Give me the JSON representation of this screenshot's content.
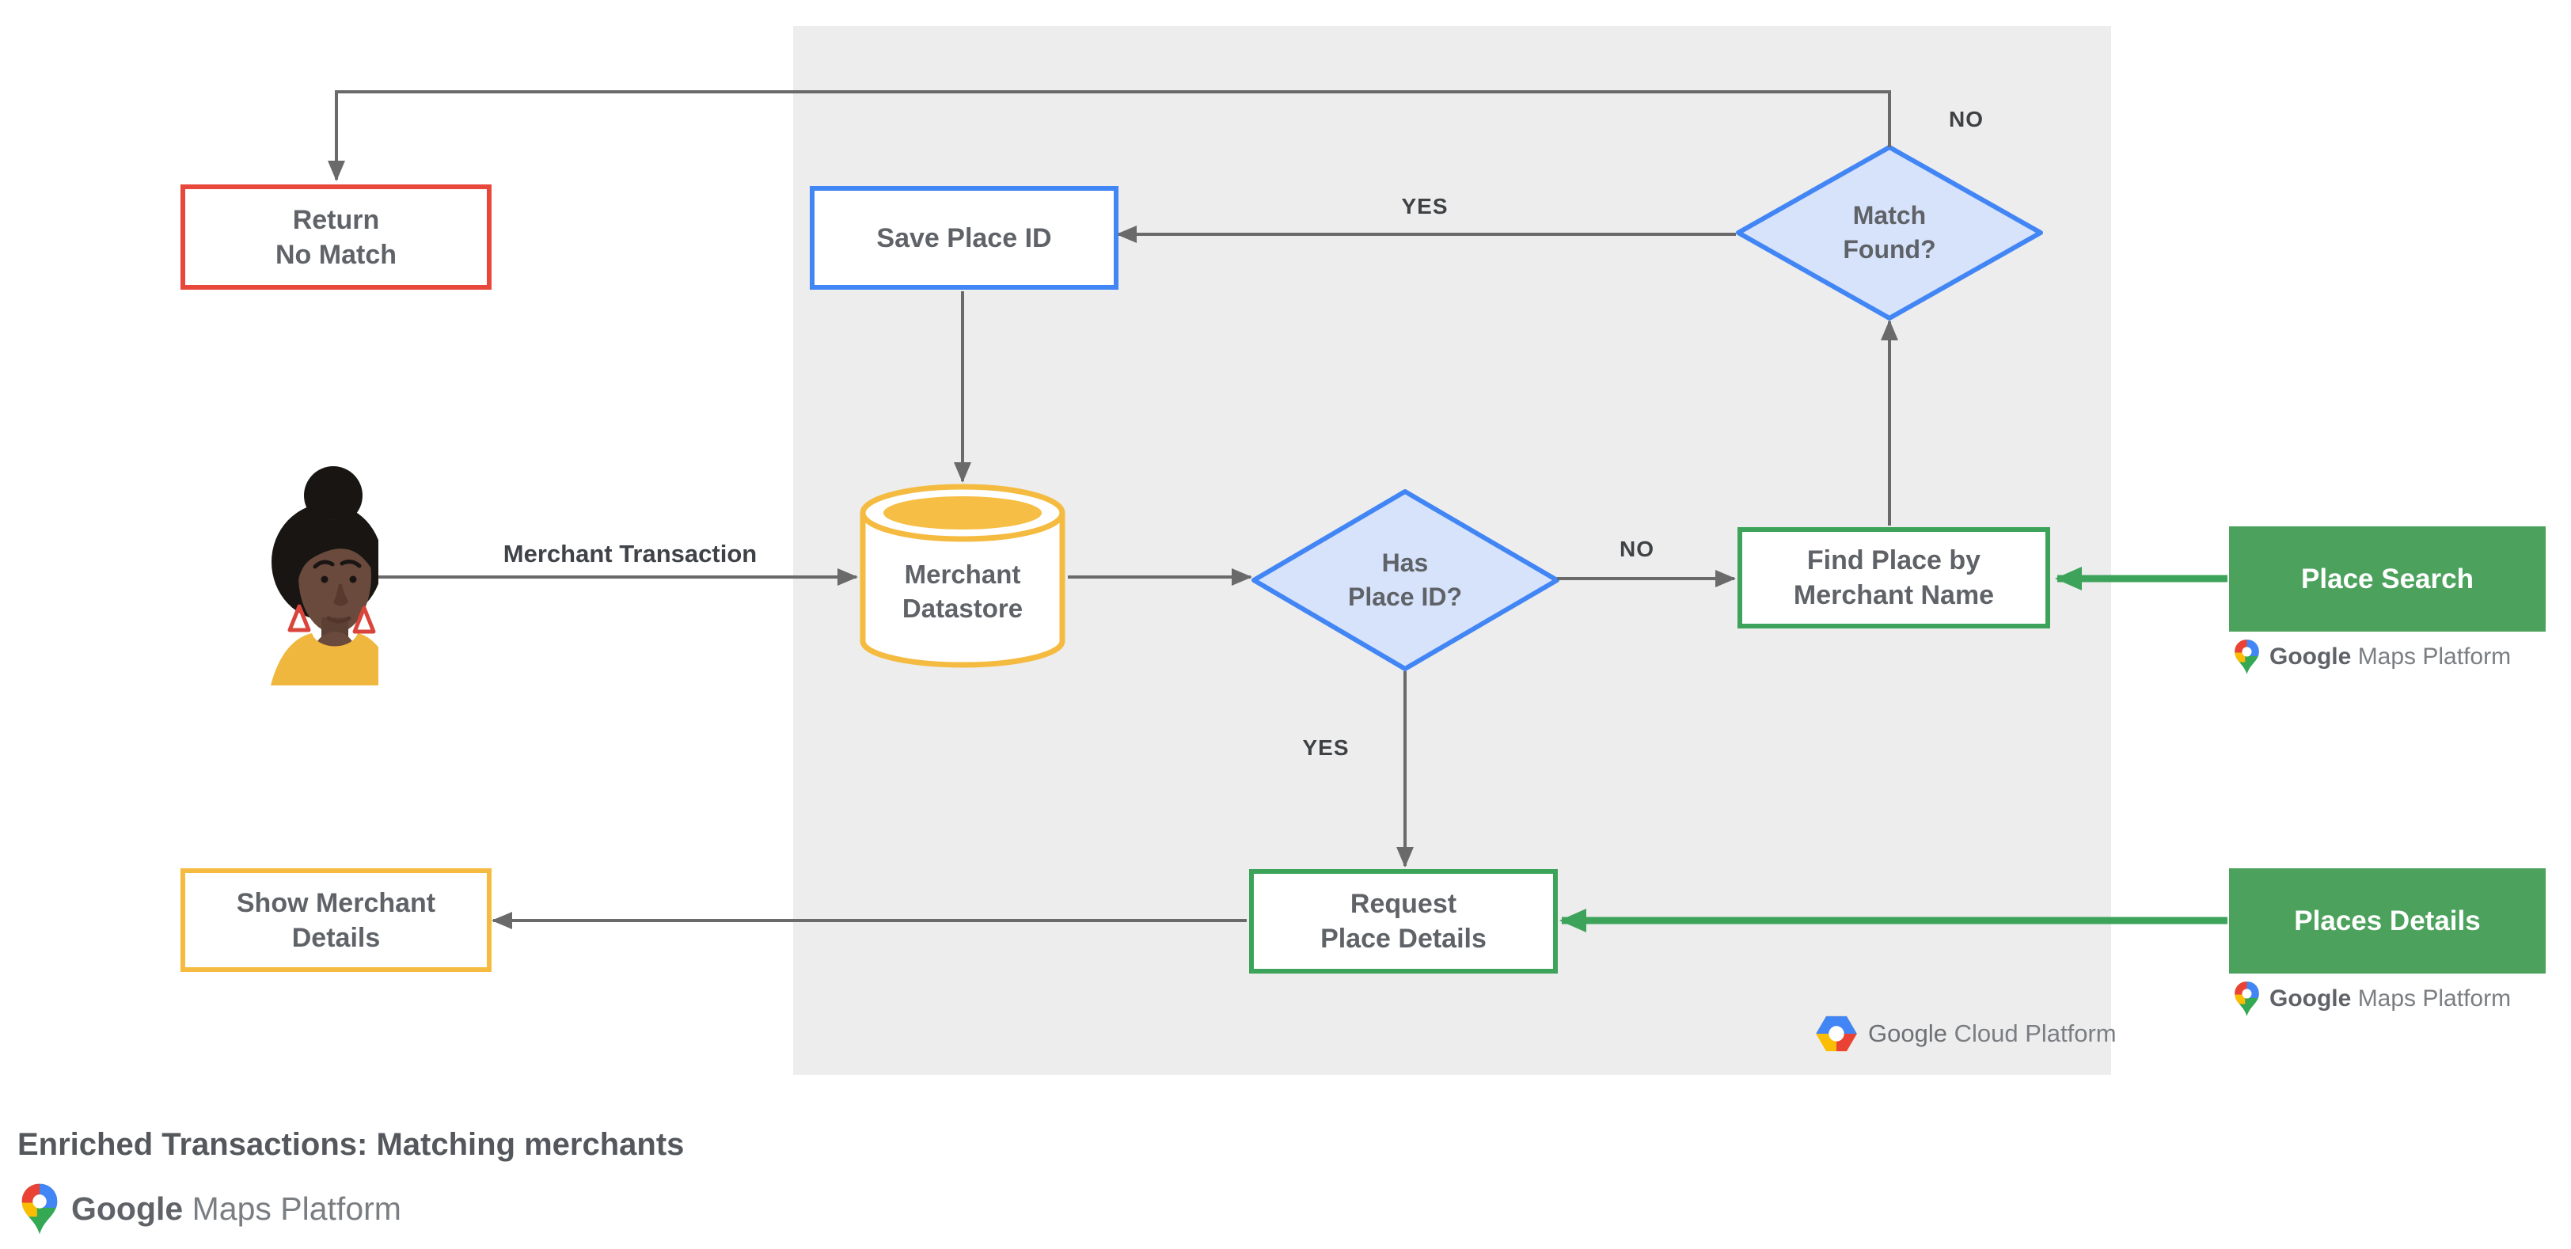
{
  "title": "Enriched Transactions: Matching merchants",
  "nodes": {
    "return_no_match": {
      "line1": "Return",
      "line2": "No Match"
    },
    "save_place_id": {
      "label": "Save Place ID"
    },
    "match_found": {
      "line1": "Match",
      "line2": "Found?"
    },
    "merchant_datastore": {
      "line1": "Merchant",
      "line2": "Datastore"
    },
    "has_place_id": {
      "line1": "Has",
      "line2": "Place ID?"
    },
    "find_place": {
      "line1": "Find Place by",
      "line2": "Merchant Name"
    },
    "place_search": {
      "label": "Place Search"
    },
    "request_place_details": {
      "line1": "Request",
      "line2": "Place Details"
    },
    "places_details": {
      "label": "Places Details"
    },
    "show_merchant_details": {
      "line1": "Show Merchant",
      "line2": "Details"
    }
  },
  "edge_labels": {
    "merchant_transaction": "Merchant Transaction",
    "has_place_id_yes": "YES",
    "has_place_id_no": "NO",
    "match_found_yes": "YES",
    "match_found_no": "NO"
  },
  "logos": {
    "google_maps_platform": {
      "brand": "Google",
      "product": "Maps Platform"
    },
    "google_cloud_platform": {
      "brand": "Google",
      "product": "Cloud Platform"
    }
  },
  "colors": {
    "red": "#E8473C",
    "blue": "#4285F4",
    "blue_fill": "#D7E3FB",
    "yellow": "#F5BB41",
    "green": "#3DA35A",
    "green_fill": "#4CA25D",
    "gray_region": "#EDEDED",
    "connector_gray": "#6A6A6A",
    "node_text": "#5F6368"
  }
}
